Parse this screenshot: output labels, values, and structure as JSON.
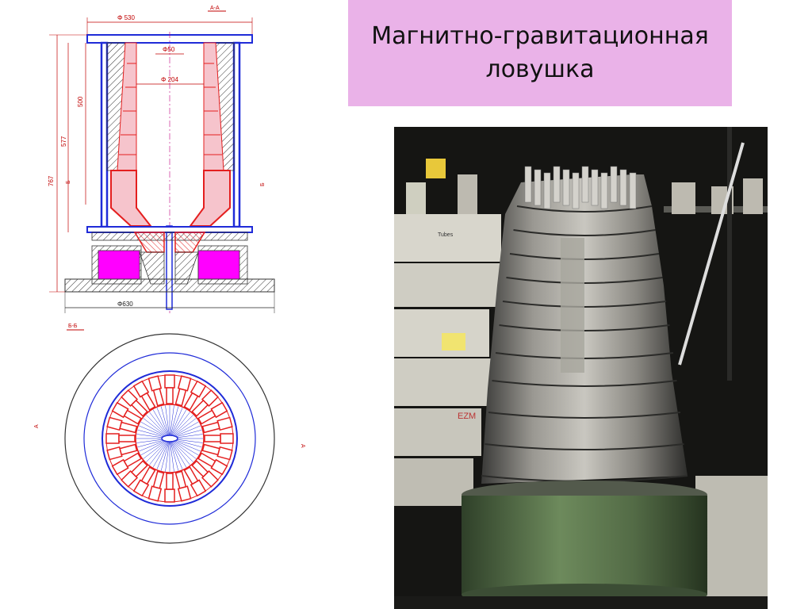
{
  "title": {
    "line1": "Магнитно-гравитационная",
    "line2": "ловушка"
  },
  "drawing": {
    "dim_top": "Φ 530",
    "dim_inner_small": "Φ50",
    "dim_inner": "Φ 204",
    "dim_height_500": "500",
    "dim_height_577": "577",
    "dim_height_767": "767",
    "dim_base": "Φ630",
    "section_mark_top": "A-A",
    "section_mark_bottom": "Б-Б",
    "side_mark_left": "Б",
    "side_mark_right": "Б",
    "side_mark_left2": "A",
    "side_mark_right2": "A"
  },
  "colors": {
    "title_bg": "#eab2e8",
    "dimension_red": "#c00000",
    "magnet_red": "#e41f1f",
    "magenta": "#ff00ff",
    "frame_blue": "#1f2bd8",
    "liner_pink": "#f6c4cc",
    "photo_metal": "#8c8a84",
    "photo_base": "#4f6b44"
  },
  "photo": {
    "label_1": "Tubes",
    "label_2": "EZM"
  }
}
